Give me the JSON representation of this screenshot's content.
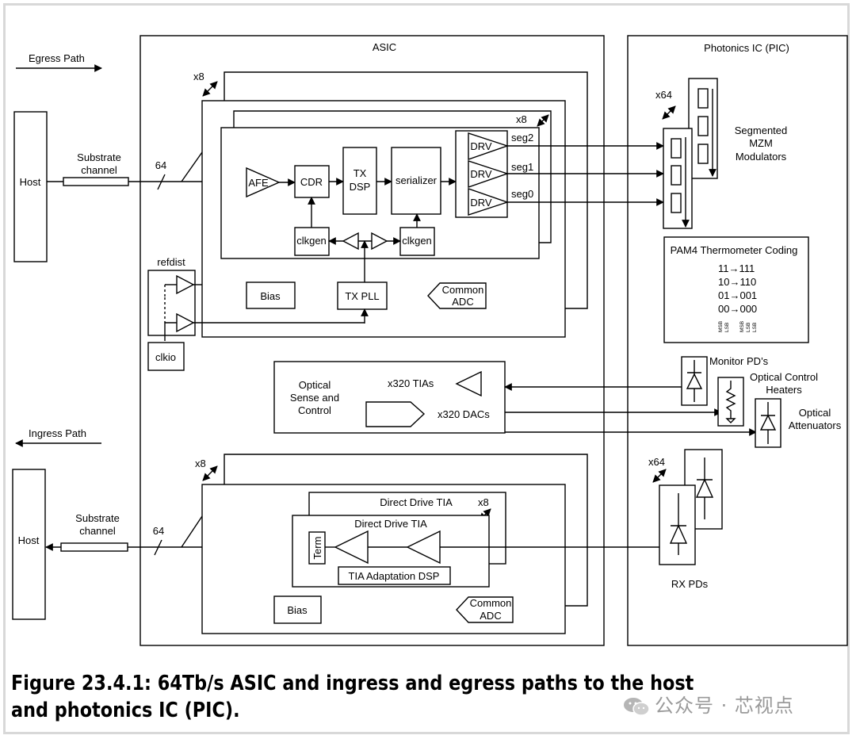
{
  "diagram": {
    "egress_path": "Egress Path",
    "ingress_path": "Ingress Path",
    "host_top": "Host",
    "host_bottom": "Host",
    "substrate_channel_top": [
      "Substrate",
      "channel"
    ],
    "substrate_channel_bottom": [
      "Substrate",
      "channel"
    ],
    "lane_count_top": "64",
    "lane_count_bottom": "64",
    "asic": "ASIC",
    "pic": "Photonics IC (PIC)",
    "x8_tx_outer": "x8",
    "x8_tx_inner": "x8",
    "x8_rx_outer": "x8",
    "x8_rx_inner": "x8",
    "afe": "AFE",
    "cdr": "CDR",
    "tx_dsp": [
      "TX",
      "DSP"
    ],
    "serializer": "serializer",
    "drv": [
      "DRV",
      "DRV",
      "DRV"
    ],
    "segments": [
      "seg2",
      "seg1",
      "seg0"
    ],
    "clkgen_left": "clkgen",
    "clkgen_right": "clkgen",
    "tx_pll": "TX PLL",
    "bias_tx": "Bias",
    "common_adc_tx": [
      "Common",
      "ADC"
    ],
    "refdist": "refdist",
    "clkio": "clkio",
    "optical_sense": [
      "Optical",
      "Sense and",
      "Control"
    ],
    "tias": "x320 TIAs",
    "dacs": "x320 DACs",
    "direct_drive_tia_back": "Direct Drive TIA",
    "direct_drive_tia_front": "Direct Drive TIA",
    "term": "Term",
    "tia_adaptation_dsp": "TIA Adaptation DSP",
    "bias_rx": "Bias",
    "common_adc_rx": [
      "Common",
      "ADC"
    ],
    "x64_tx": "x64",
    "x64_rx": "x64",
    "segmented_mzm": [
      "Segmented",
      "MZM",
      "Modulators"
    ],
    "pam4_title": "PAM4 Thermometer Coding",
    "pam4_codes": [
      "11→111",
      "10→110",
      "01→001",
      "00→000"
    ],
    "msb_lsb": [
      "MSB",
      "LSB"
    ],
    "monitor_pds": "Monitor PD’s",
    "optical_control_heaters": [
      "Optical Control",
      "Heaters"
    ],
    "optical_attenuators": [
      "Optical",
      "Attenuators"
    ],
    "rx_pds": "RX PDs"
  },
  "caption": "Figure 23.4.1: 64Tb/s ASIC and ingress and egress paths to the host and photonics IC (PIC).",
  "watermark": "公众号 · 芯视点"
}
